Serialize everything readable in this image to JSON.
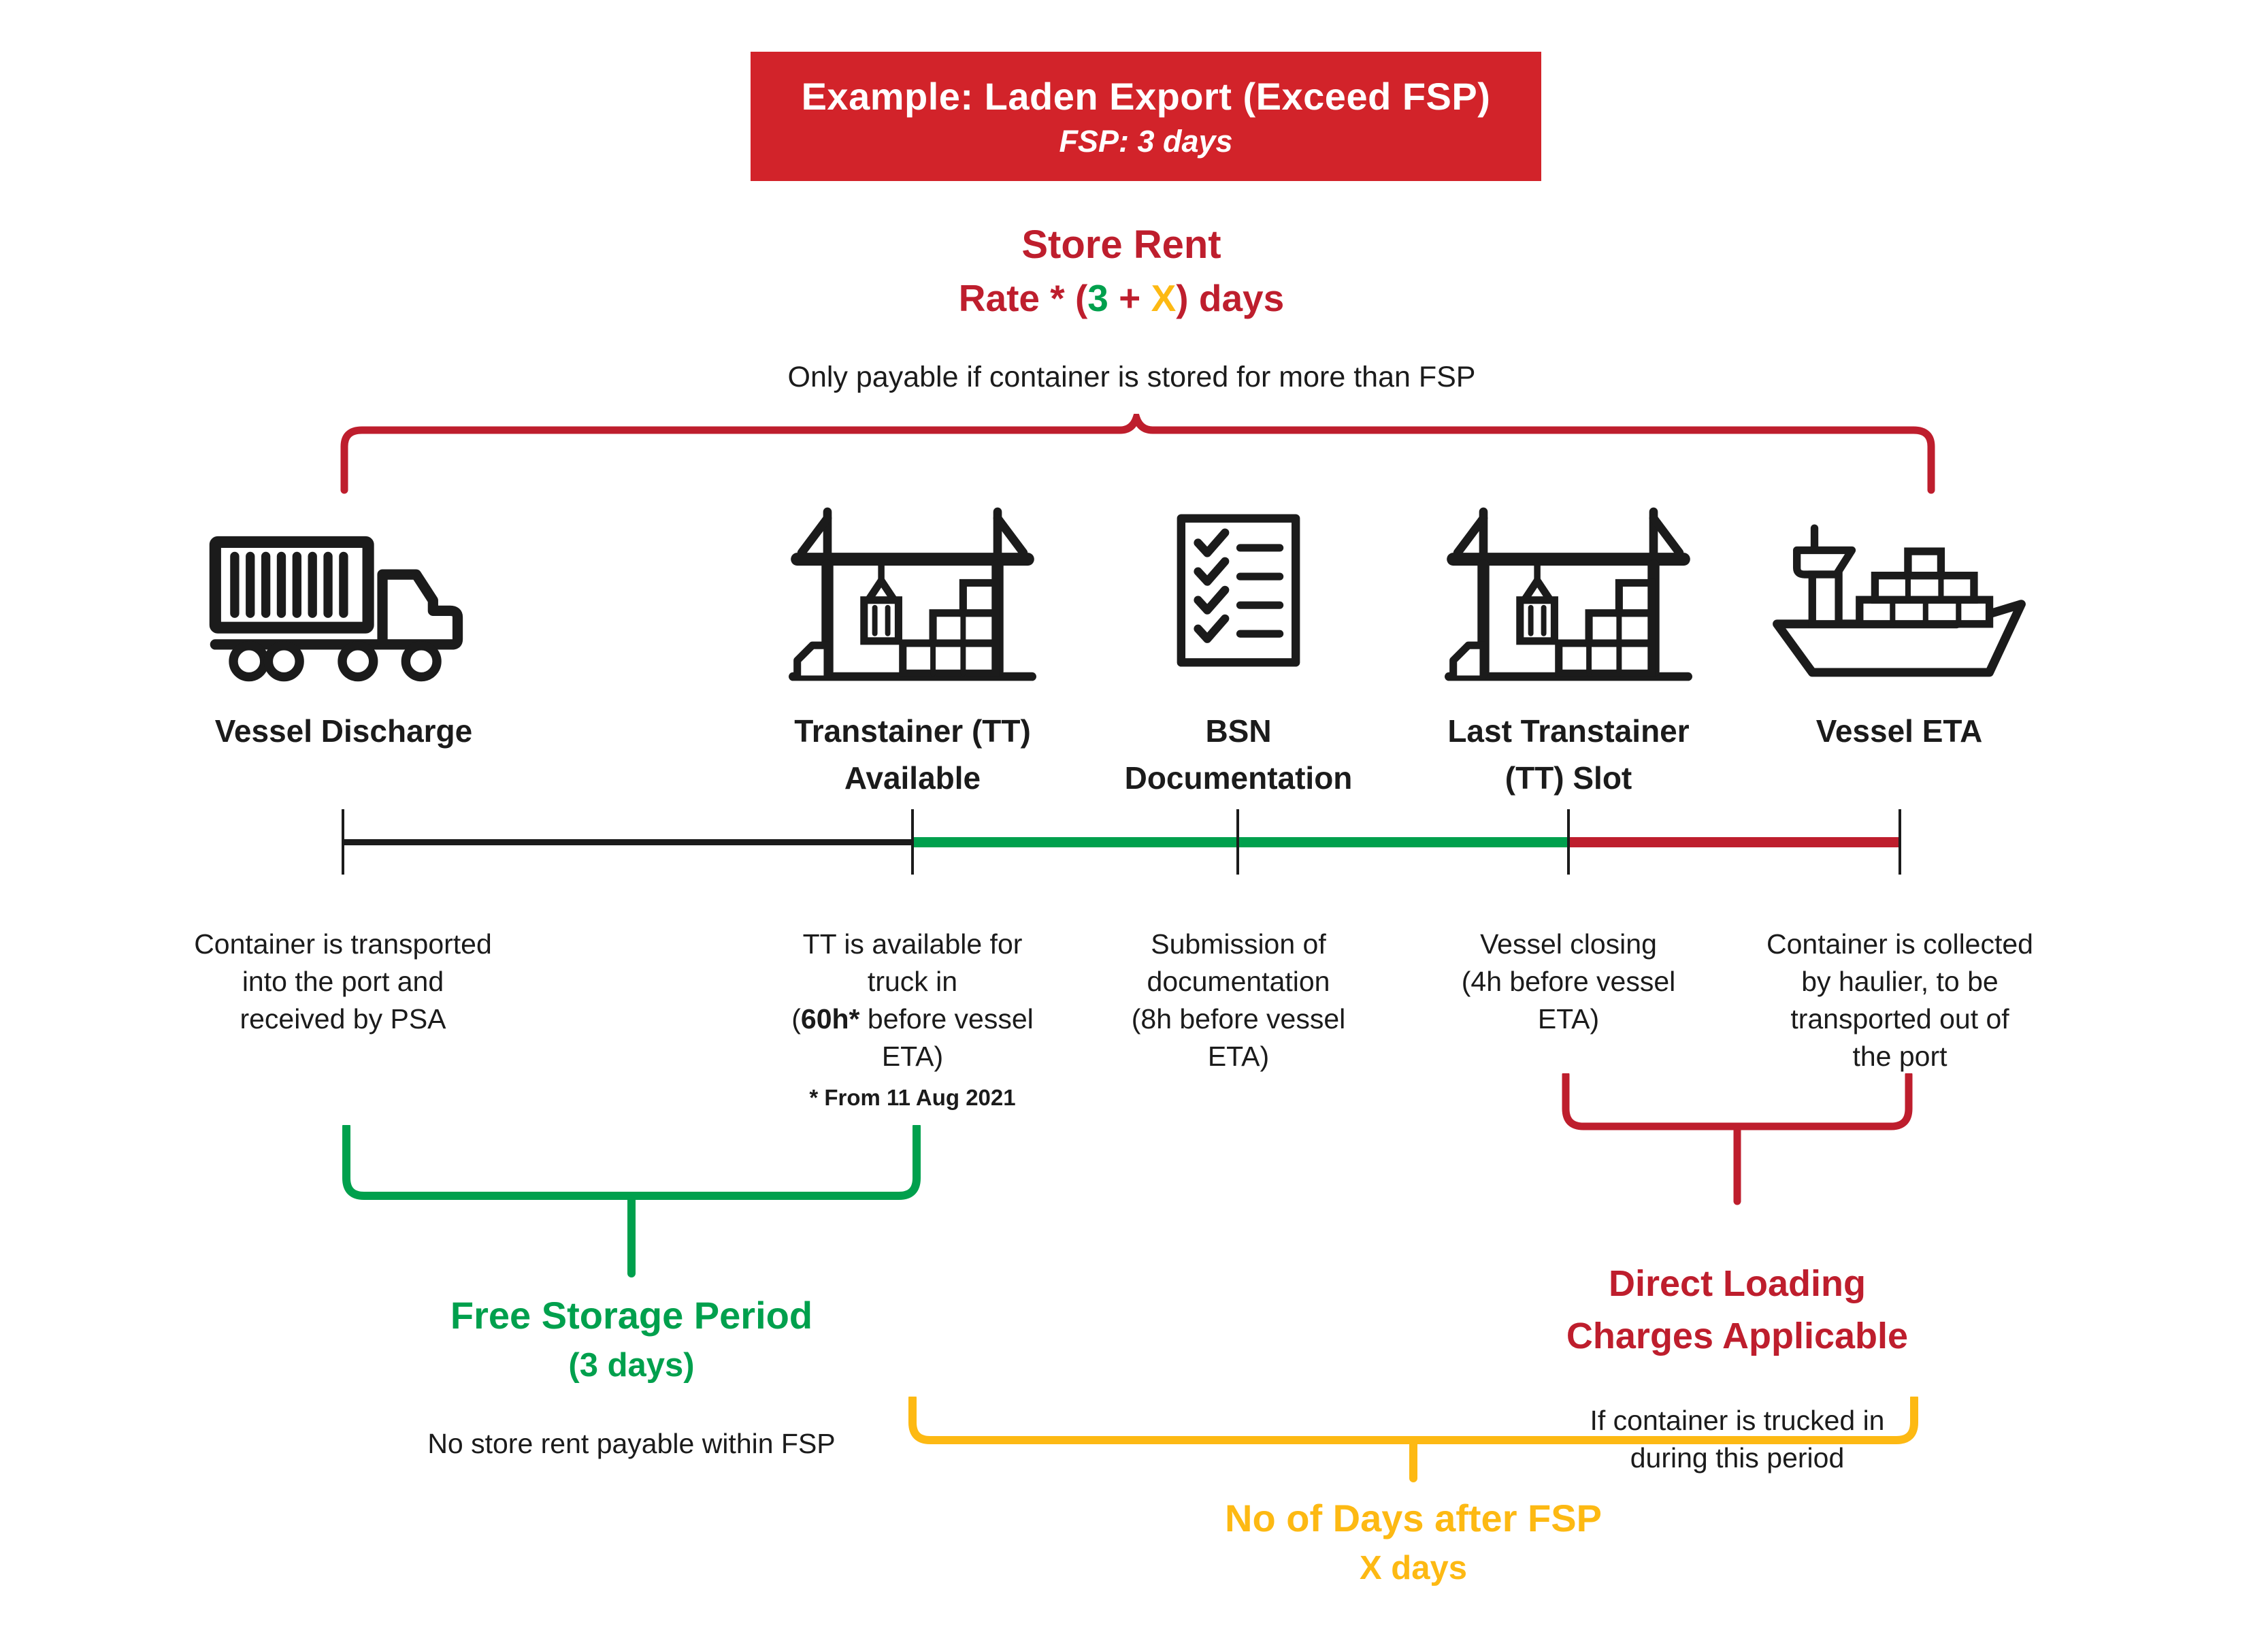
{
  "colors": {
    "red": "#BE1E2D",
    "header_red": "#D2232A",
    "green": "#00A04D",
    "yellow": "#FDB913",
    "black": "#1B1B1B"
  },
  "header": {
    "title": "Example: Laden Export (Exceed FSP)",
    "subtitle": "FSP: 3 days"
  },
  "store_rent": {
    "title": "Store Rent",
    "formula_prefix": "Rate * (",
    "formula_fsp": "3",
    "formula_plus": " + ",
    "formula_x": "X",
    "formula_suffix": ") days",
    "note": "Only payable if container is stored for more than FSP"
  },
  "milestones": [
    {
      "icon": "truck-icon",
      "lines": [
        "Vessel Discharge"
      ]
    },
    {
      "icon": "gantry-crane-icon",
      "lines": [
        "Transtainer (TT)",
        "Available"
      ]
    },
    {
      "icon": "checklist-icon",
      "lines": [
        "BSN",
        "Documentation"
      ]
    },
    {
      "icon": "gantry-crane-icon",
      "lines": [
        "Last Transtainer",
        "(TT) Slot"
      ]
    },
    {
      "icon": "cargo-ship-icon",
      "lines": [
        "Vessel ETA"
      ]
    }
  ],
  "events": [
    {
      "lines": [
        "Container is transported",
        "into the port and",
        "received by PSA"
      ]
    },
    {
      "lines": [
        "TT is available for",
        "truck in"
      ],
      "line3": [
        "(",
        "60h*",
        " before vessel"
      ],
      "line4": "ETA)",
      "footnote": "* From 11 Aug 2021"
    },
    {
      "lines": [
        "Submission of",
        "documentation",
        "(8h before vessel",
        "ETA)"
      ]
    },
    {
      "lines": [
        "Vessel closing",
        "(4h before vessel",
        "ETA)"
      ]
    },
    {
      "lines": [
        "Container is collected",
        "by haulier, to be",
        "transported out of",
        "the port"
      ]
    }
  ],
  "timeline": {
    "segments": [
      {
        "span": "Vessel Discharge to Transtainer (TT) Available",
        "color": "#1B1B1B"
      },
      {
        "span": "Transtainer (TT) Available to Last Transtainer (TT) Slot",
        "color": "#00A04D"
      },
      {
        "span": "Last Transtainer (TT) Slot to Vessel ETA",
        "color": "#BE1E2D"
      }
    ]
  },
  "fsp": {
    "title": "Free Storage Period",
    "subtitle": "(3 days)",
    "note": "No store rent payable within FSP"
  },
  "direct_loading": {
    "title_lines": [
      "Direct Loading",
      "Charges Applicable"
    ],
    "note_lines": [
      "If container is trucked in",
      "during this period"
    ]
  },
  "days_after_fsp": {
    "title": "No of Days after FSP",
    "subtitle": "X days"
  }
}
